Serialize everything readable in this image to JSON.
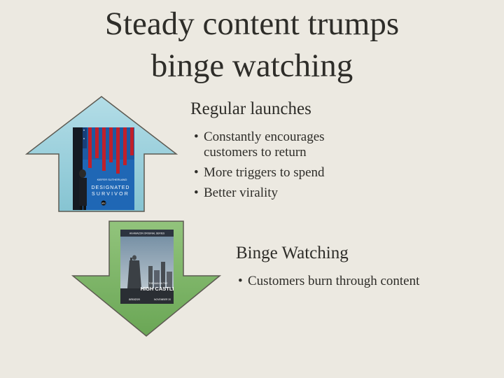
{
  "title": {
    "line1": "Steady content trumps",
    "line2": "binge watching"
  },
  "regular": {
    "heading": "Regular launches",
    "bullets": [
      "Constantly encourages customers to return",
      "More triggers to spend",
      "Better virality"
    ]
  },
  "binge": {
    "heading": "Binge Watching",
    "bullets": [
      "Customers burn through content"
    ]
  },
  "posters": {
    "survivor": {
      "actor": "KIEFER SUTHERLAND",
      "title_line1": "DESIGNATED",
      "title_line2": "SURVIVOR",
      "network": "abc"
    },
    "castle": {
      "tagline": "AN AMAZON ORIGINAL SERIES",
      "title_line1": "THE MAN IN THE",
      "title_line2": "HIGH CASTLE",
      "brand": "amazon",
      "date": "NOVEMBER 20"
    }
  },
  "colors": {
    "background": "#ece9e1",
    "up_arrow": "#9fd4df",
    "down_arrow": "#7fb86a",
    "poster_blue": "#1f67b5",
    "flag_red": "#c0202a"
  }
}
